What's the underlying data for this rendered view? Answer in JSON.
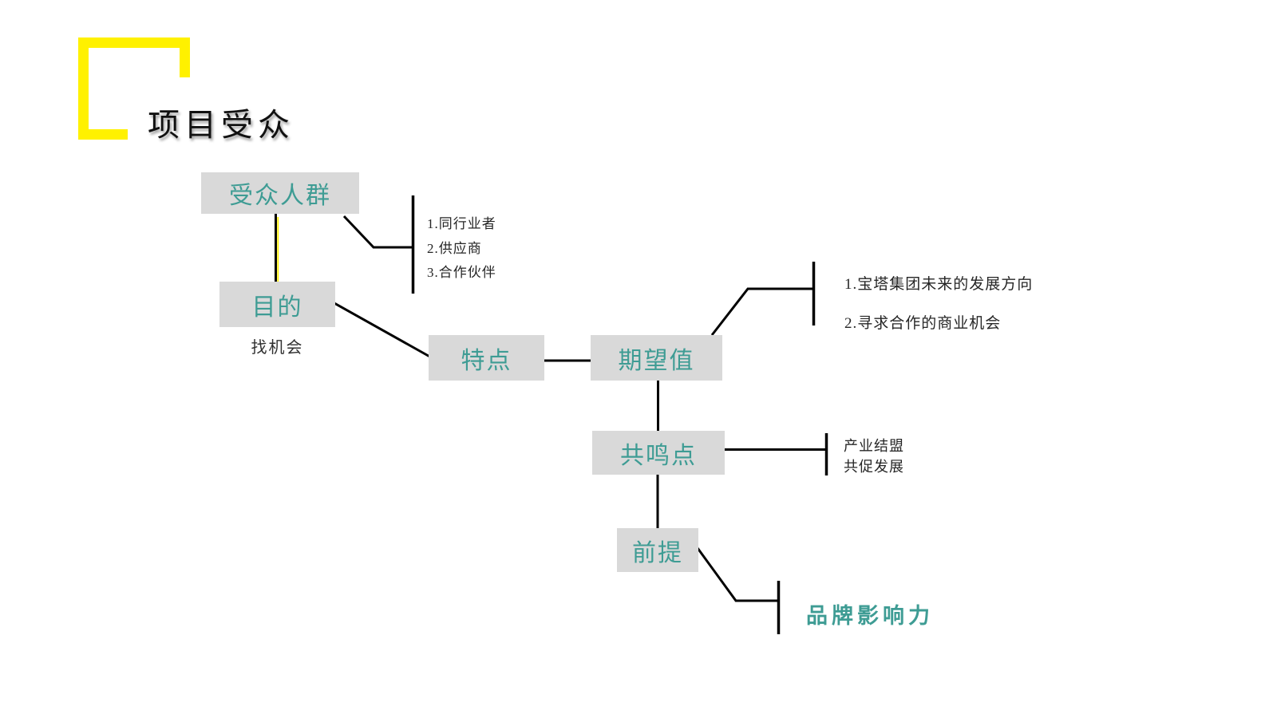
{
  "slide": {
    "title": "项目受众"
  },
  "colors": {
    "accent_teal": "#3E9C94",
    "node_background": "#D9D9D9",
    "highlight_yellow": "#FFF100",
    "connector_black": "#000000",
    "annotation_text": "#262626"
  },
  "nodes": {
    "audience": {
      "label": "受众人群"
    },
    "purpose": {
      "label": "目的",
      "note": "找机会"
    },
    "feature": {
      "label": "特点"
    },
    "expectation": {
      "label": "期望值"
    },
    "resonance": {
      "label": "共鸣点"
    },
    "premise": {
      "label": "前提"
    }
  },
  "annotations": {
    "audience_list": {
      "items": [
        "1.同行业者",
        "2.供应商",
        "3.合作伙伴"
      ]
    },
    "expectation_list": {
      "items": [
        "1.宝塔集团未来的发展方向",
        "2.寻求合作的商业机会"
      ]
    },
    "resonance_list": {
      "items": [
        "产业结盟",
        "共促发展"
      ]
    },
    "premise_note": "品牌影响力"
  }
}
